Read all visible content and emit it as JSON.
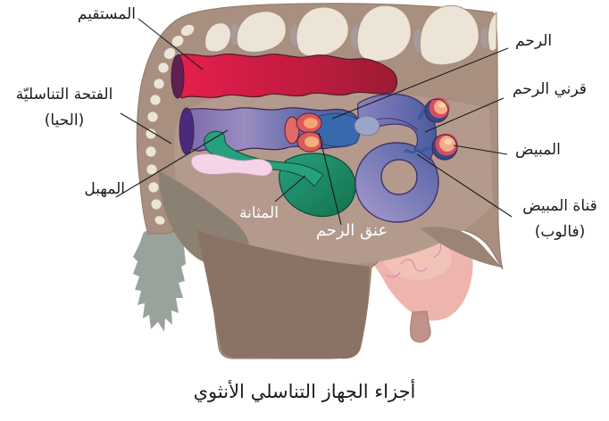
{
  "figure": {
    "caption": "أجزاء الجهاز التناسلي الأنثوي",
    "labels": {
      "rectum": "المستقيم",
      "genital_opening_line1": "الفتحة التناسليّة",
      "genital_opening_line2": "(الحيا)",
      "vagina": "المهبل",
      "uterus": "الرحم",
      "uterine_horns": "قرني الرحم",
      "ovary": "المبيض",
      "oviduct_line1": "قناة المبيض",
      "oviduct_line2": "(فالوب)",
      "bladder": "المثانة",
      "cervix": "عنق الرحم"
    },
    "colors": {
      "background": "#ffffff",
      "body": "#a98f80",
      "body_light": "#b39a8c",
      "leg": "#8a7365",
      "leg_far": "#8b8172",
      "bone": "#ece4d7",
      "bone_outline": "#a5917d",
      "rectum_start": "#e81e4e",
      "rectum_end": "#9c1b33",
      "rectum_cap": "#5e2152",
      "vagina_light": "#9a8cc0",
      "vagina_dark": "#5c67a9",
      "vulva": "#4b2a7c",
      "cervix": "#db5a5a",
      "cervix_inner": "#f3a478",
      "uterus": "#3968ae",
      "horn_dark": "#5060a2",
      "horn_light": "#a89bce",
      "ovary_red": "#d44f5e",
      "ovary_peach": "#f5ab8e",
      "ovary_navy": "#2e4a8a",
      "bladder_light": "#28a07e",
      "bladder_dark": "#14714c",
      "urethra_pink": "#f4d4e6",
      "udder": "#edb5ad",
      "teat": "#c0928a",
      "tail": "#9aa39b",
      "label_text": "#1c1c1c",
      "label_light": "#ffffff",
      "leader_line": "#1a1a1a"
    }
  }
}
